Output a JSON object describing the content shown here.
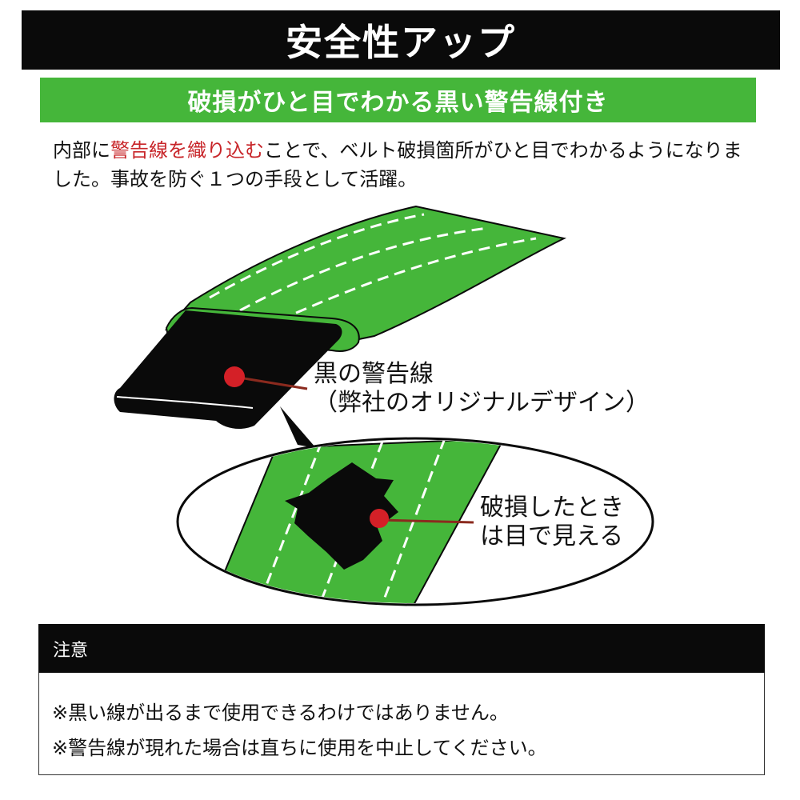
{
  "header": {
    "title": "安全性アップ",
    "subtitle": "破損がひと目でわかる黒い警告線付き"
  },
  "description": {
    "part1": "内部に",
    "highlight": "警告線を織り込む",
    "part2": "ことで、ベルト破損箇所がひと目でわかるようになりました。事故を防ぐ１つの手段として活躍。",
    "highlight_color": "#c8262a"
  },
  "illustration": {
    "callout_black_line1": "黒の警告線",
    "callout_black_line2": "（弊社のオリジナルデザイン）",
    "callout_damage_line1": "破損したとき",
    "callout_damage_line2": "は目で見える",
    "belt_color": "#45b63a",
    "core_color": "#0a0a0a",
    "marker_color": "#d42027",
    "leader_color": "#8b2a1e"
  },
  "notice": {
    "header": "注意",
    "line1": "※黒い線が出るまで使用できるわけではありません。",
    "line2": "※警告線が現れた場合は直ちに使用を中止してください。"
  }
}
